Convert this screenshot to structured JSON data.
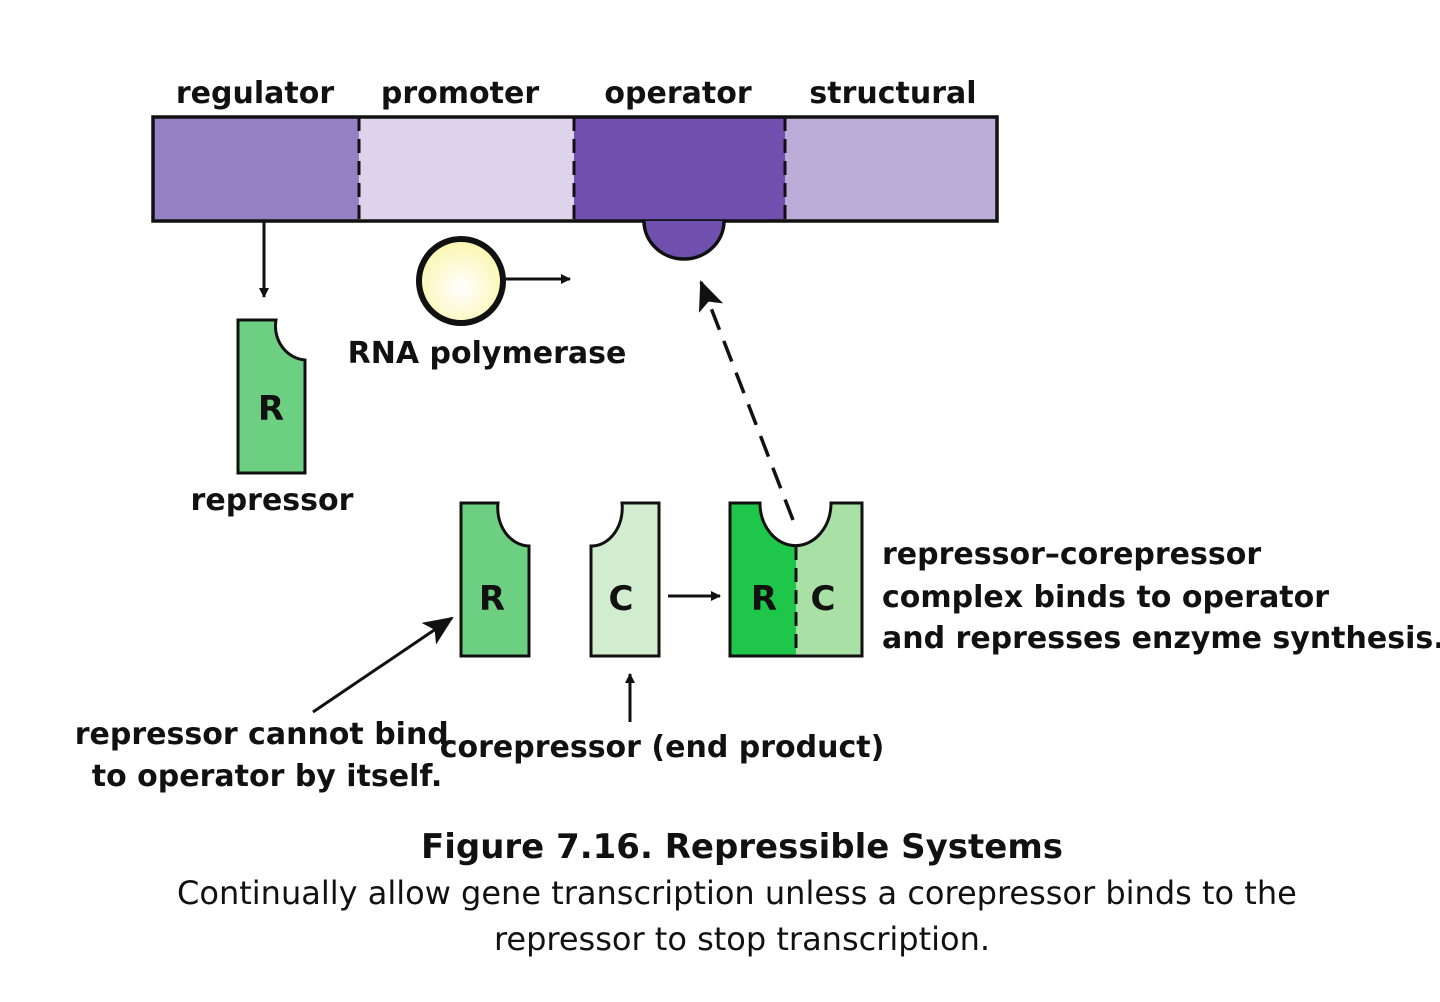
{
  "gene_segments": [
    {
      "label": "regulator",
      "color": "#9580c4"
    },
    {
      "label": "promoter",
      "color": "#ddd4ec"
    },
    {
      "label": "operator",
      "color": "#6f50ae"
    },
    {
      "label": "structural",
      "color": "#bcacd8"
    }
  ],
  "rna_polymerase": {
    "label": "RNA polymerase",
    "color": "#fbf6b0"
  },
  "repressor": {
    "letter": "R",
    "label": "repressor",
    "color": "#6dcf82"
  },
  "free_repressor": {
    "letter": "R",
    "color": "#6dcf82"
  },
  "corepressor": {
    "letter": "C",
    "label": "corepressor (end product)",
    "color": "#d2ecd0"
  },
  "complex": {
    "repressor_letter": "R",
    "corepressor_letter": "C",
    "repressor_color": "#1ec74a",
    "corepressor_color": "#a8e0a6",
    "label_lines": [
      "repressor–corepressor",
      "complex binds to operator",
      "and represses enzyme synthesis."
    ]
  },
  "note_lines": [
    "repressor cannot bind",
    "to operator by itself."
  ],
  "caption": {
    "title": "Figure 7.16.  Repressible Systems",
    "body_lines": [
      "Continually allow gene transcription unless a corepressor binds to the",
      "repressor to stop transcription."
    ]
  }
}
